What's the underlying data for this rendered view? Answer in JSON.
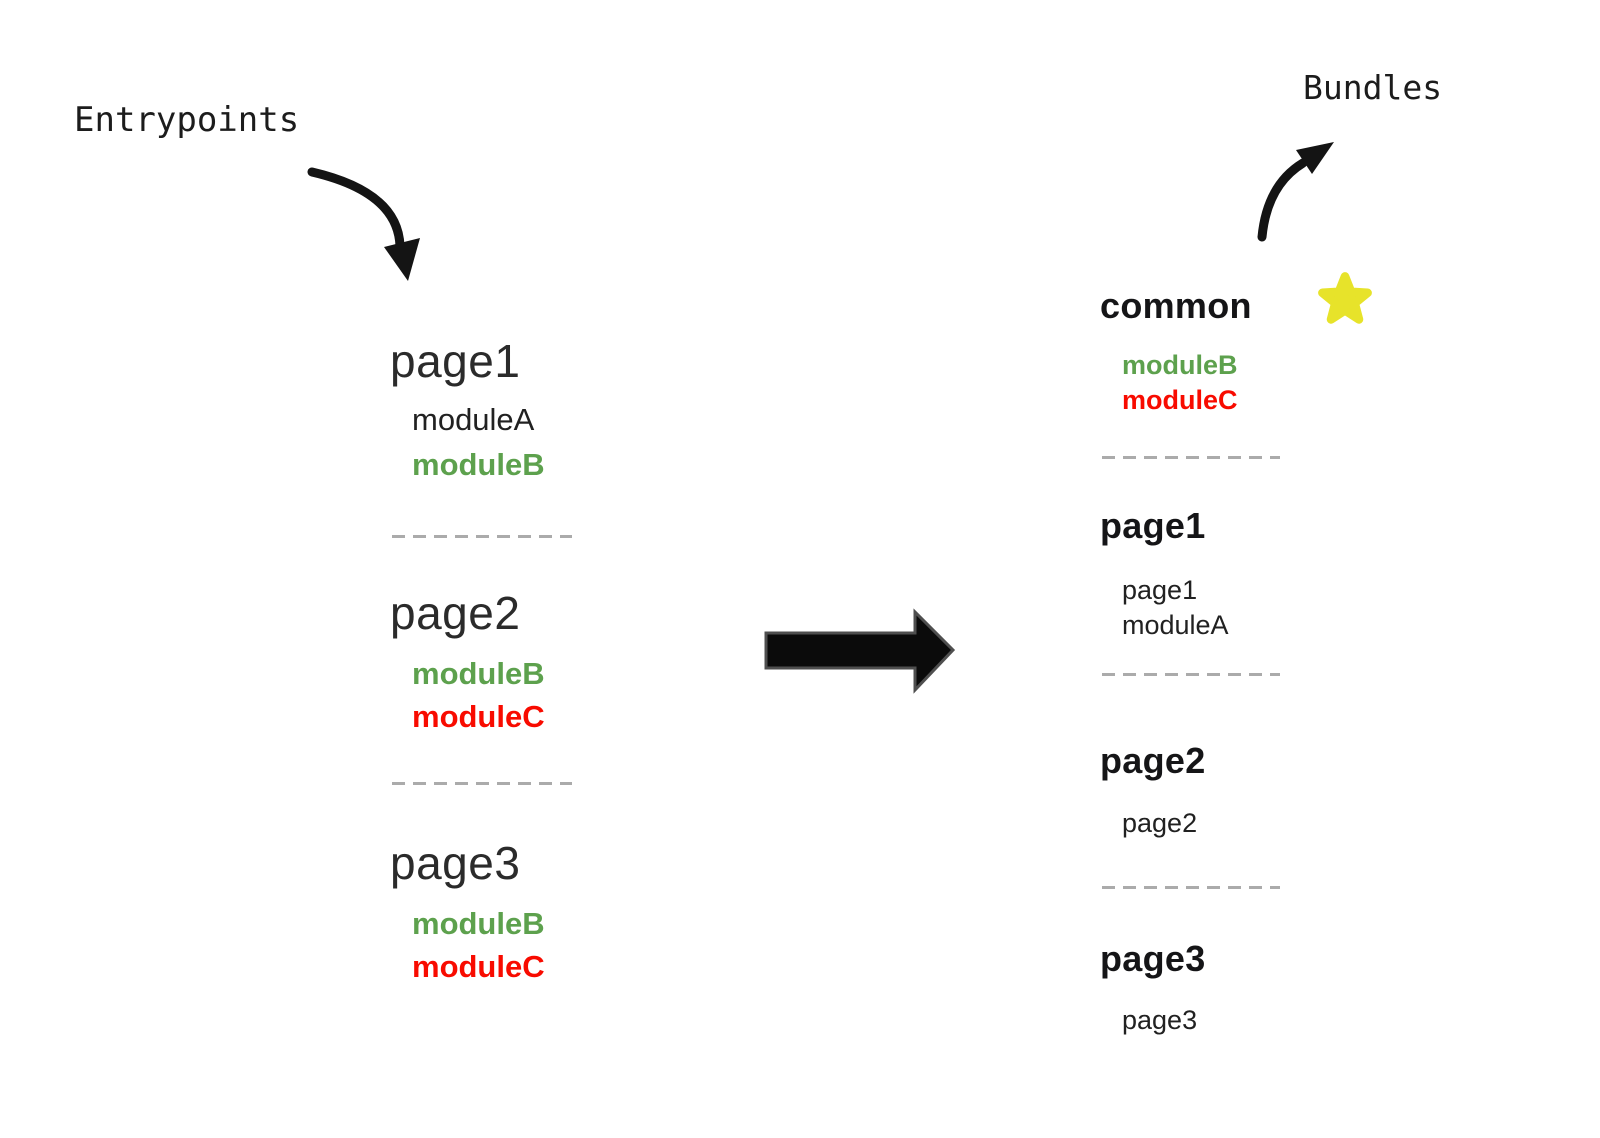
{
  "labels": {
    "entrypoints": "Entrypoints",
    "bundles": "Bundles"
  },
  "colors": {
    "green": "#5da14d",
    "red": "#f80b00",
    "yellow": "#e7e32a",
    "text": "#212121"
  },
  "entrypoints": [
    {
      "name": "page1",
      "modules": [
        {
          "name": "moduleA",
          "color": "black"
        },
        {
          "name": "moduleB",
          "color": "green"
        }
      ]
    },
    {
      "name": "page2",
      "modules": [
        {
          "name": "moduleB",
          "color": "green"
        },
        {
          "name": "moduleC",
          "color": "red"
        }
      ]
    },
    {
      "name": "page3",
      "modules": [
        {
          "name": "moduleB",
          "color": "green"
        },
        {
          "name": "moduleC",
          "color": "red"
        }
      ]
    }
  ],
  "bundles": [
    {
      "name": "common",
      "starred": true,
      "modules": [
        {
          "name": "moduleB",
          "color": "green"
        },
        {
          "name": "moduleC",
          "color": "red"
        }
      ]
    },
    {
      "name": "page1",
      "starred": false,
      "modules": [
        {
          "name": "page1",
          "color": "black"
        },
        {
          "name": "moduleA",
          "color": "black"
        }
      ]
    },
    {
      "name": "page2",
      "starred": false,
      "modules": [
        {
          "name": "page2",
          "color": "black"
        }
      ]
    },
    {
      "name": "page3",
      "starred": false,
      "modules": [
        {
          "name": "page3",
          "color": "black"
        }
      ]
    }
  ]
}
